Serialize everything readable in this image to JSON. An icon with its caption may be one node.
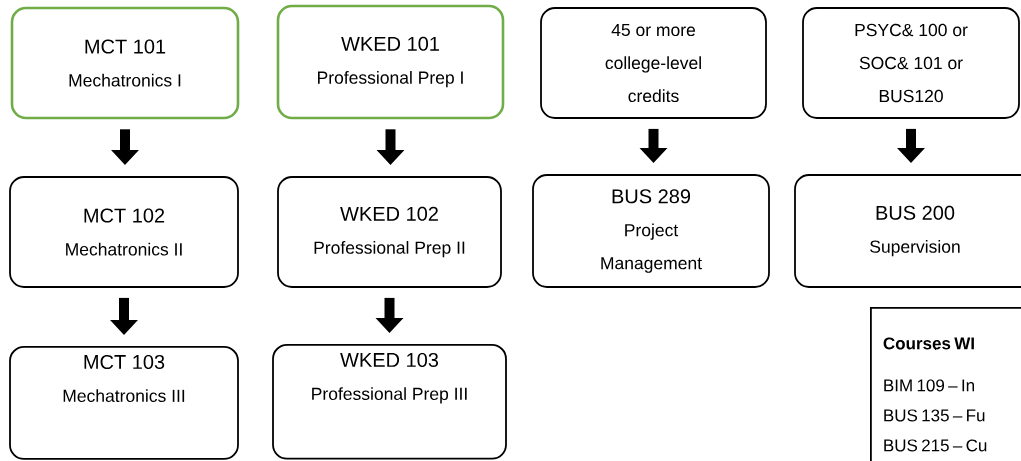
{
  "diagram": {
    "nodes": [
      {
        "text": [
          "MCT 101",
          "Mechatronics I"
        ]
      },
      {
        "text": [
          "WKED 101",
          "Professional Prep I"
        ]
      },
      {
        "text": [
          "45 or more college-level credits"
        ]
      },
      {
        "text": [
          "PSYC& 100 or SOC& 101 or BUS120"
        ]
      },
      {
        "text": [
          "MCT 102",
          "Mechatronics II"
        ]
      },
      {
        "text": [
          "WKED 102",
          "Professional Prep II"
        ]
      },
      {
        "text": [
          "BUS 289",
          "Project Management"
        ]
      },
      {
        "text": [
          "BUS 200",
          "Supervision"
        ]
      },
      {
        "text": [
          "MCT 103",
          "Mechatronics III"
        ]
      },
      {
        "text": [
          "WKED 103",
          "Professional Prep III"
        ]
      },
      {
        "text": [
          "Courses WI",
          "BIM 109 – In",
          "BUS 135 – Fu",
          "BUS 215 – Cu"
        ]
      }
    ],
    "edges": [
      {
        "from": 0,
        "to": 4,
        "arrow": "to"
      },
      {
        "from": 4,
        "to": 8,
        "arrow": "to"
      },
      {
        "from": 1,
        "to": 5,
        "arrow": "to"
      },
      {
        "from": 5,
        "to": 9,
        "arrow": "to"
      },
      {
        "from": 2,
        "to": 6,
        "arrow": "to"
      },
      {
        "from": 3,
        "to": 7,
        "arrow": "to"
      }
    ]
  }
}
